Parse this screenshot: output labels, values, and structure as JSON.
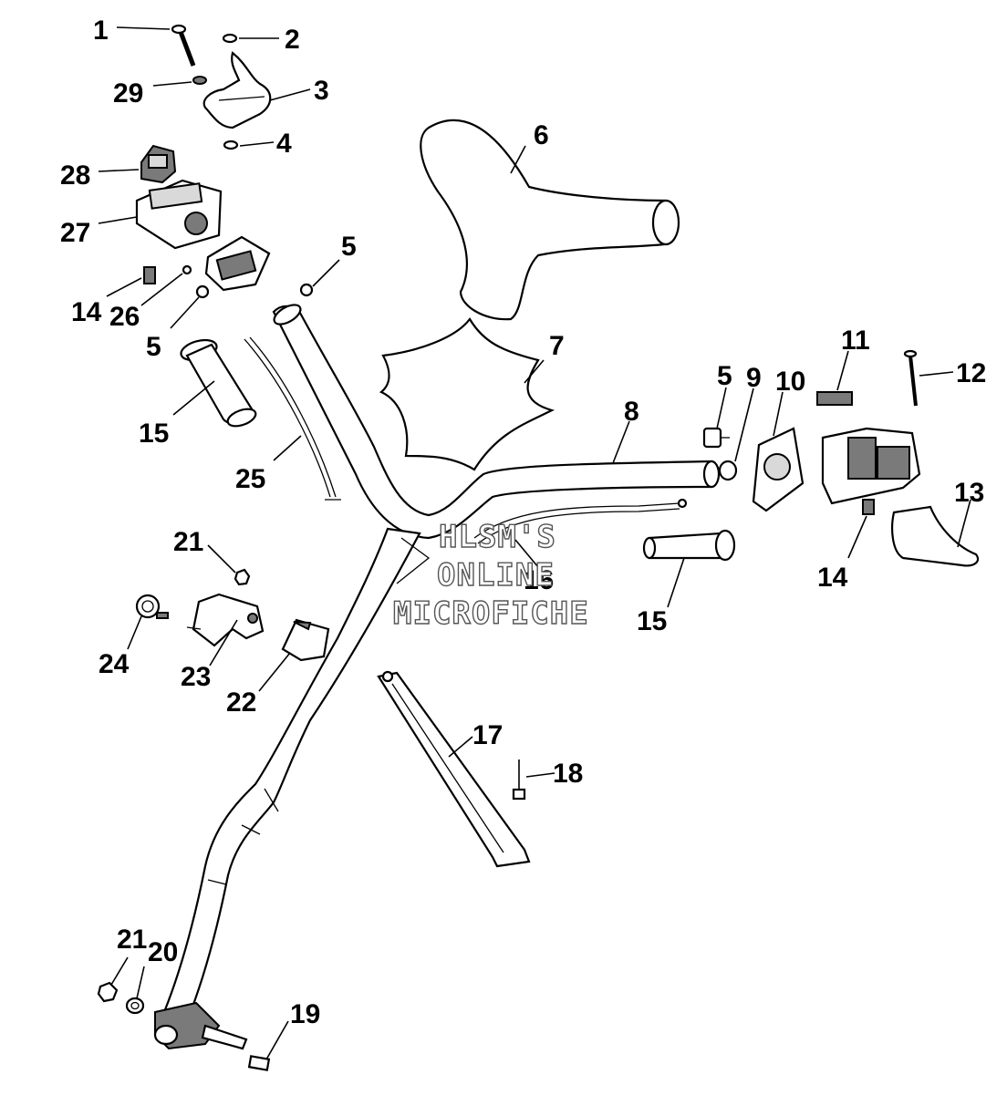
{
  "watermark": {
    "line1": "HLSM'S",
    "line2": "ONLINE",
    "line3": "MICROFICHE"
  },
  "callouts": {
    "c1": "1",
    "c2": "2",
    "c3": "3",
    "c4": "4",
    "c5a": "5",
    "c5b": "5",
    "c5c": "5",
    "c6": "6",
    "c7": "7",
    "c8": "8",
    "c9": "9",
    "c10": "10",
    "c11": "11",
    "c12": "12",
    "c13": "13",
    "c14a": "14",
    "c14b": "14",
    "c15a": "15",
    "c15b": "15",
    "c16": "16",
    "c17": "17",
    "c18": "18",
    "c19": "19",
    "c20": "20",
    "c21a": "21",
    "c21b": "21",
    "c22": "22",
    "c23": "23",
    "c24": "24",
    "c25": "25",
    "c26": "26",
    "c27": "27",
    "c28": "28",
    "c29": "29"
  }
}
